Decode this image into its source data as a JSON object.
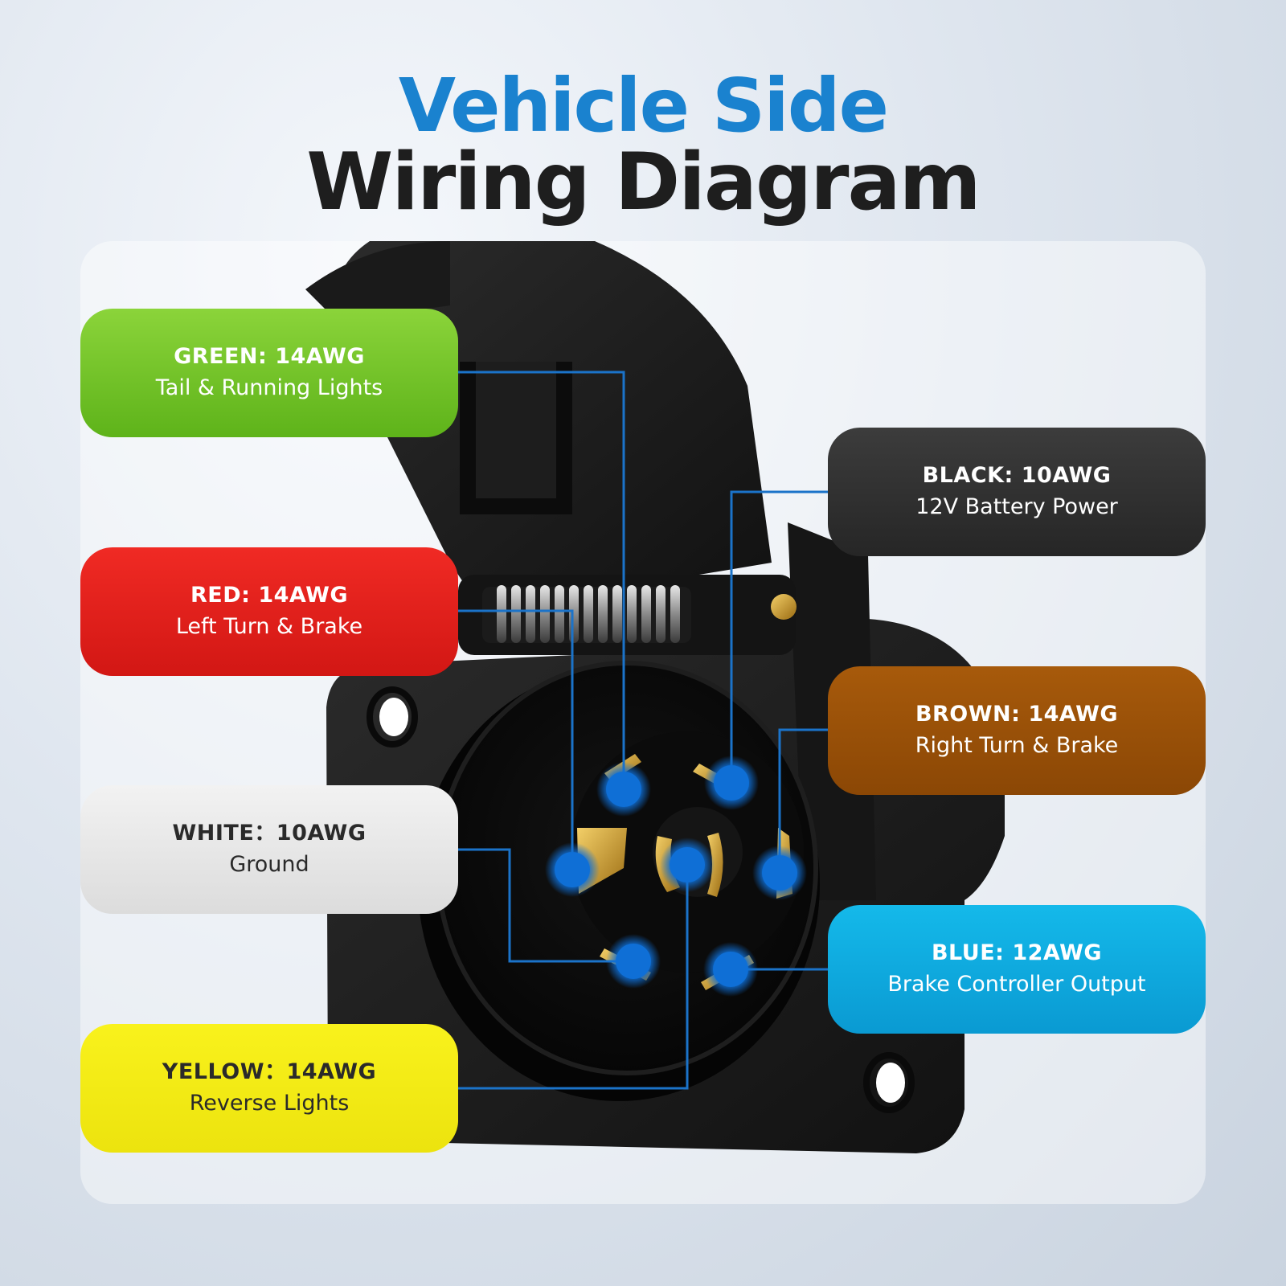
{
  "title": {
    "line1": "Vehicle Side",
    "line2": "Wiring Diagram"
  },
  "colors": {
    "title_blue": "#1a82cf",
    "connector_line": "#1b73c9",
    "pin_dot": "#0f6fd6",
    "green": "#6cc126",
    "red": "#e51f1b",
    "white": "#e6e6e6",
    "yellow": "#f4ec12",
    "black": "#2f2f2f",
    "brown": "#994f08",
    "blue": "#0fa9df"
  },
  "wires": [
    {
      "id": "green",
      "code": "GREEN: 14AWG",
      "description": "Tail & Running Lights"
    },
    {
      "id": "red",
      "code": "RED: 14AWG",
      "description": "Left Turn & Brake"
    },
    {
      "id": "white",
      "code": "WHITE：10AWG",
      "description": "Ground"
    },
    {
      "id": "yellow",
      "code": "YELLOW：14AWG",
      "description": "Reverse Lights"
    },
    {
      "id": "black",
      "code": "BLACK: 10AWG",
      "description": "12V Battery Power"
    },
    {
      "id": "brown",
      "code": "BROWN: 14AWG",
      "description": "Right Turn & Brake"
    },
    {
      "id": "blue",
      "code": "BLUE: 12AWG",
      "description": "Brake Controller Output"
    }
  ]
}
